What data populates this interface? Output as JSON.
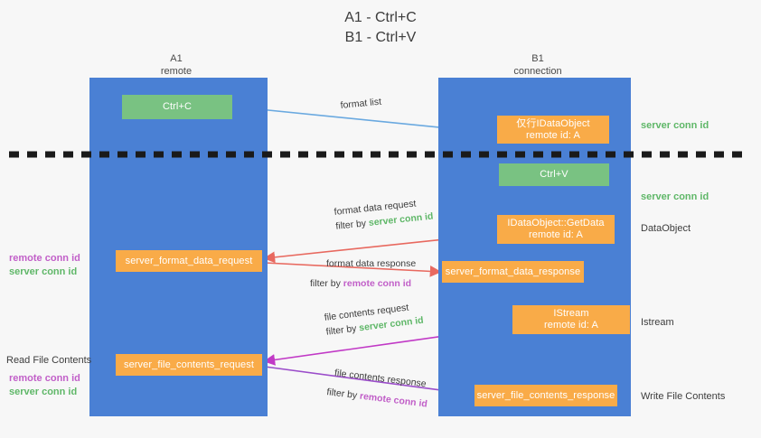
{
  "title": {
    "line1": "A1 - Ctrl+C",
    "line2": "B1 - Ctrl+V"
  },
  "columns": [
    {
      "name": "A1",
      "sub": "remote"
    },
    {
      "name": "B1",
      "sub": "connection"
    }
  ],
  "colors": {
    "lane": "#4a80d4",
    "orange_box": "#f9ab48",
    "green_box": "#79c282",
    "server_conn_id": "#5fb768",
    "remote_conn_id": "#c15fc8",
    "arrow_blue": "#6aa9e0",
    "arrow_red": "#e8695f",
    "arrow_magenta": "#c139c6",
    "arrow_purple": "#9b4dca",
    "arrow_black": "#000000",
    "divider": "#1a1a1a"
  },
  "boxes": {
    "ctrl_c": {
      "label": "Ctrl+C"
    },
    "ctrl_v": {
      "label": "Ctrl+V"
    },
    "idataobject": {
      "line1": "仅行IDataObject",
      "line2": "remote id: A"
    },
    "getdata": {
      "line1": "IDataObject::GetData",
      "line2": "remote id: A"
    },
    "istream": {
      "line1": "IStream",
      "line2": "remote id: A"
    },
    "server_format_data_request": {
      "label": "server_format_data_request"
    },
    "server_format_data_response": {
      "label": "server_format_data_response"
    },
    "server_file_contents_request": {
      "label": "server_file_contents_request"
    },
    "server_file_contents_response": {
      "label": "server_file_contents_response"
    }
  },
  "arrow_labels": {
    "format_list": "format list",
    "format_data_request": "format data request",
    "format_data_request_filter_prefix": "filter by ",
    "format_data_request_filter_key": "server conn id",
    "format_data_response": "format data response",
    "format_data_response_filter_prefix": "filter by ",
    "format_data_response_filter_key": "remote conn id",
    "file_contents_request": "file contents request",
    "file_contents_request_filter_prefix": "filter by ",
    "file_contents_request_filter_key": "server conn id",
    "file_contents_response": "file contents response",
    "file_contents_response_filter_prefix": "filter by ",
    "file_contents_response_filter_key": "remote conn id"
  },
  "left_labels": {
    "mid_remote": "remote conn id",
    "mid_server": "server conn id",
    "read_file_contents": "Read File Contents",
    "bottom_remote": "remote conn id",
    "bottom_server": "server conn id"
  },
  "right_labels": {
    "server_conn_id_top": "server conn id",
    "server_conn_id_second": "server conn id",
    "dataobject": "DataObject",
    "istream": "Istream",
    "write_file_contents": "Write File Contents"
  }
}
